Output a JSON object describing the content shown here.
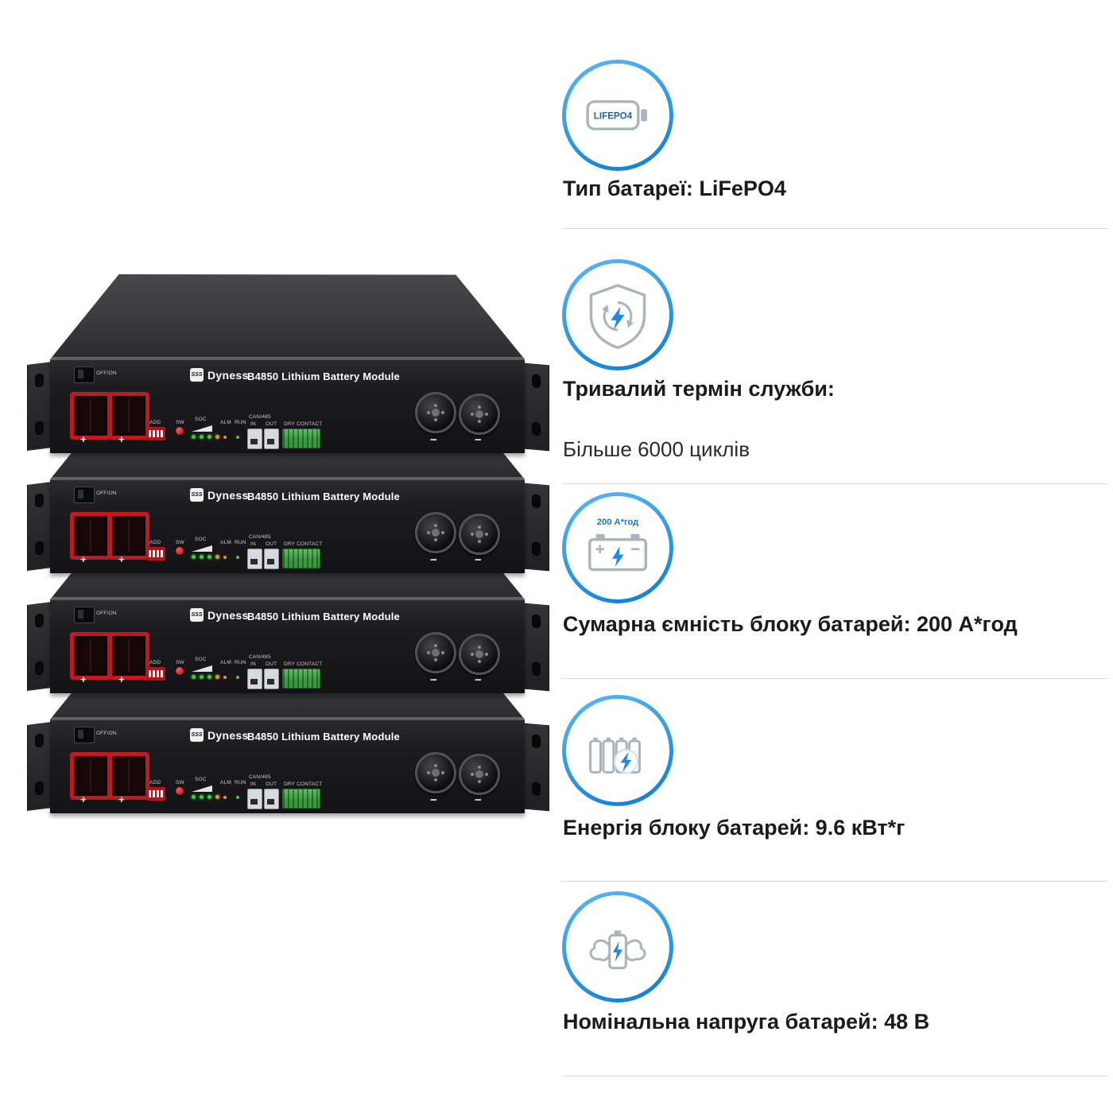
{
  "battery": {
    "count": 4,
    "brand": "Dyness",
    "brand_mark": "SSS",
    "model_label": "B4850 Lithium Battery Module",
    "labels": {
      "power": "OFF/ON",
      "add": "ADD",
      "sw": "SW",
      "soc": "SOC",
      "alm": "ALM",
      "run": "RUN",
      "can485": "CAN/485",
      "in": "IN",
      "out": "OUT",
      "dry_contact": "DRY CONTACT",
      "plus": "+",
      "minus": "−"
    }
  },
  "features": [
    {
      "icon": "lifepo4-battery-icon",
      "icon_label": "LIFEPO4",
      "title": "Тип батареї: LiFePO4"
    },
    {
      "icon": "shield-cycle-icon",
      "title": "Тривалий термін служби:",
      "subtitle": "Більше 6000 циклів"
    },
    {
      "icon": "car-battery-capacity-icon",
      "icon_label": "200 А*год",
      "title": "Сумарна ємність блоку батарей: 200 А*год"
    },
    {
      "icon": "battery-pack-energy-icon",
      "title": "Енергія блоку батарей: 9.6 кВт*г"
    },
    {
      "icon": "strong-battery-icon",
      "title": "Номінальна напруга батарей: 48 В"
    }
  ],
  "colors": {
    "accent_blue": "#1e88e5",
    "icon_ring_light": "#5bb8f5",
    "icon_ring_dark": "#0c7cd5",
    "icon_gray": "#a9b4bd",
    "divider": "#d9d9d9",
    "text": "#1b1b1d"
  }
}
